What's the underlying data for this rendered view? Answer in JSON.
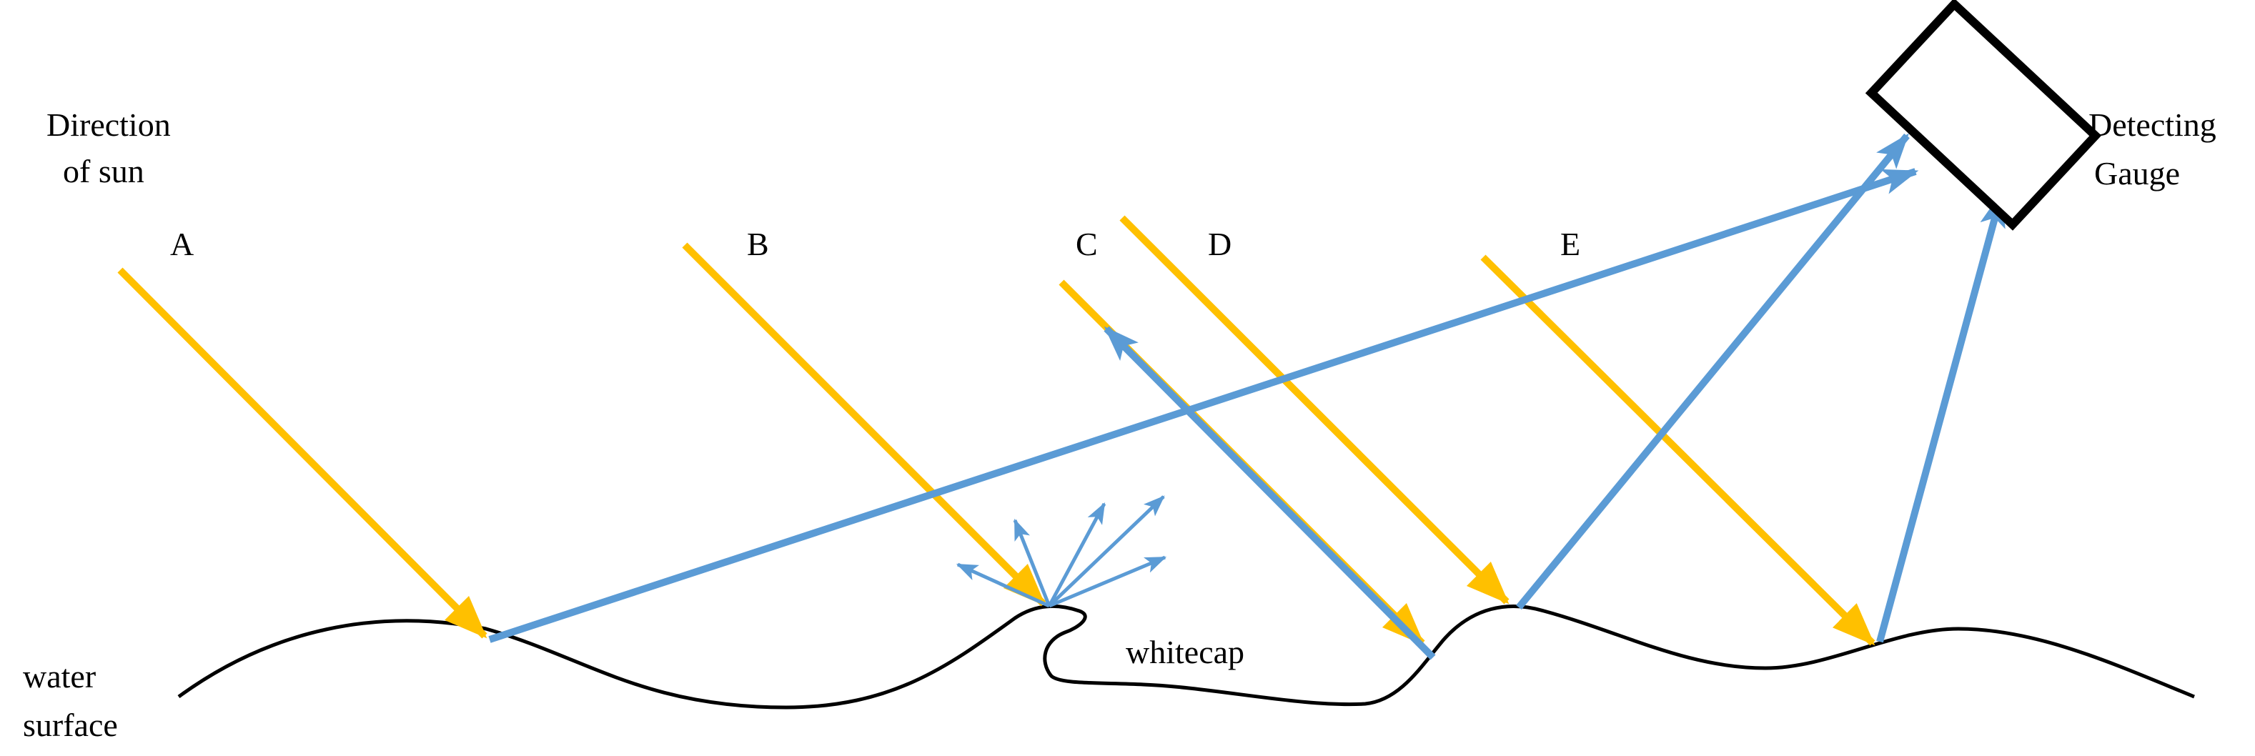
{
  "labels": {
    "direction_of_sun_line1": "Direction",
    "direction_of_sun_line2": "of sun",
    "ray_a": "A",
    "ray_b": "B",
    "ray_c": "C",
    "ray_d": "D",
    "ray_e": "E",
    "detecting_gauge_line1": "Detecting",
    "detecting_gauge_line2": "Gauge",
    "water_surface_line1": "water",
    "water_surface_line2": "surface",
    "whitecap": "whitecap"
  },
  "colors": {
    "sun_ray": "#FFC000",
    "reflected_ray": "#5B9BD5",
    "surface": "#000000",
    "gauge": "#000000"
  }
}
